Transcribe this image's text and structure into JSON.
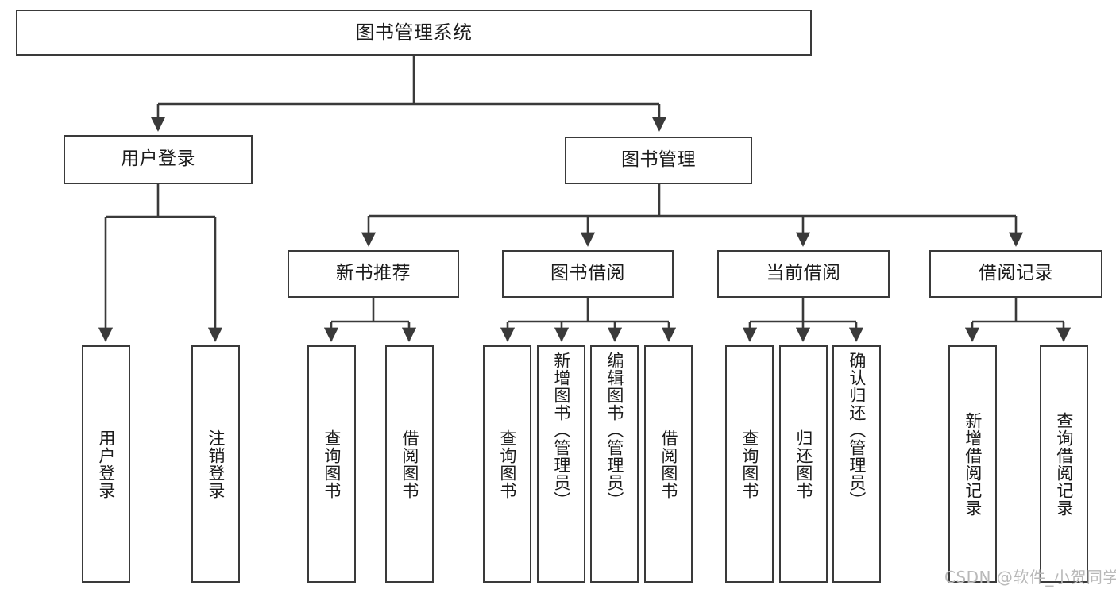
{
  "diagram": {
    "title": "图书管理系统",
    "type": "hierarchy-tree",
    "root": {
      "label": "图书管理系统"
    },
    "level2": [
      {
        "label": "用户登录"
      },
      {
        "label": "图书管理"
      }
    ],
    "level3": [
      {
        "label": "新书推荐"
      },
      {
        "label": "图书借阅"
      },
      {
        "label": "当前借阅"
      },
      {
        "label": "借阅记录"
      }
    ],
    "leaves": {
      "user_login": [
        {
          "label": "用户登录"
        },
        {
          "label": "注销登录"
        }
      ],
      "new_book_recommend": [
        {
          "label": "查询图书"
        },
        {
          "label": "借阅图书"
        }
      ],
      "book_borrow": [
        {
          "label": "查询图书"
        },
        {
          "label": "新增图书（管理员）"
        },
        {
          "label": "编辑图书（管理员）"
        },
        {
          "label": "借阅图书"
        }
      ],
      "current_borrow": [
        {
          "label": "查询图书"
        },
        {
          "label": "归还图书"
        },
        {
          "label": "确认归还（管理员）"
        }
      ],
      "borrow_record": [
        {
          "label": "新增借阅记录"
        },
        {
          "label": "查询借阅记录"
        }
      ]
    }
  },
  "watermark": {
    "text": "CSDN @软件_小贺同学"
  },
  "colors": {
    "border": "#3a3a3a",
    "background": "#ffffff",
    "text": "#1b1b1b",
    "watermark": "#b9b9b9"
  }
}
